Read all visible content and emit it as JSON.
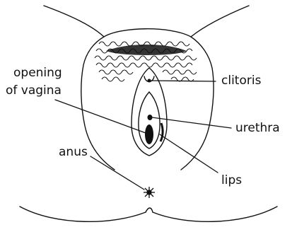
{
  "labels": {
    "opening_line1": "opening",
    "opening_line2": "of vagina",
    "clitoris": "clitoris",
    "urethra": "urethra",
    "lips": "lips",
    "anus": "anus"
  },
  "colors": {
    "ink": "#111111",
    "background": "#ffffff"
  }
}
